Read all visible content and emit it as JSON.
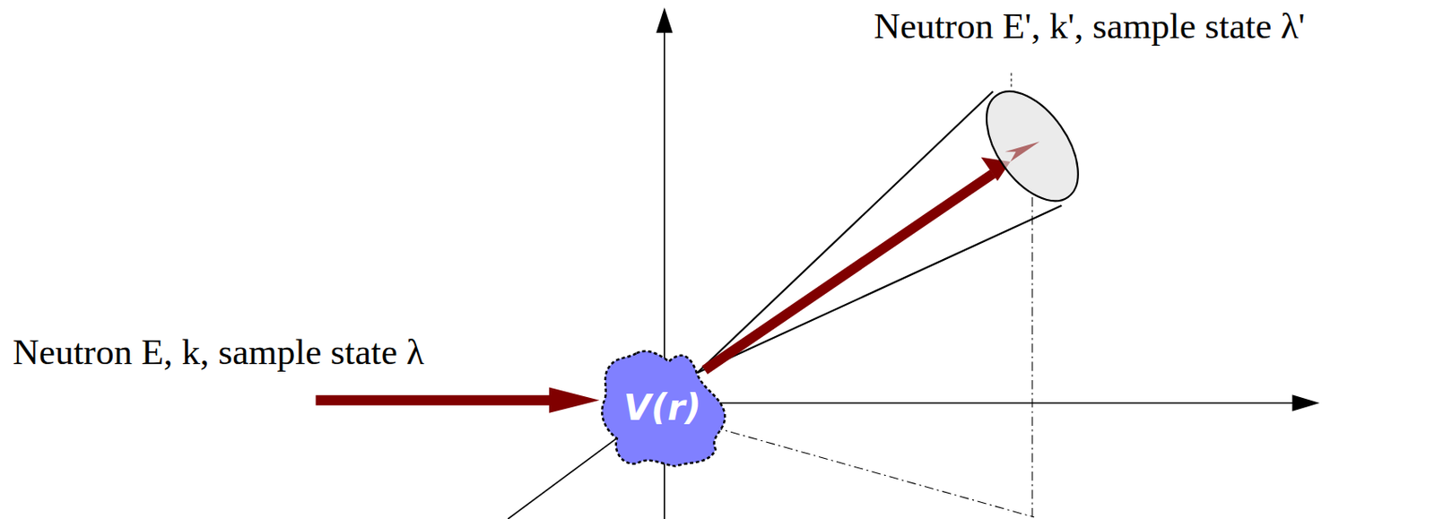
{
  "diagram": {
    "nodes": [
      {
        "text": [
          "V(r)"
        ]
      }
    ],
    "labels": [
      "Neutron E, k, sample state λ",
      "Neutron E', k', sample state λ'"
    ]
  }
}
